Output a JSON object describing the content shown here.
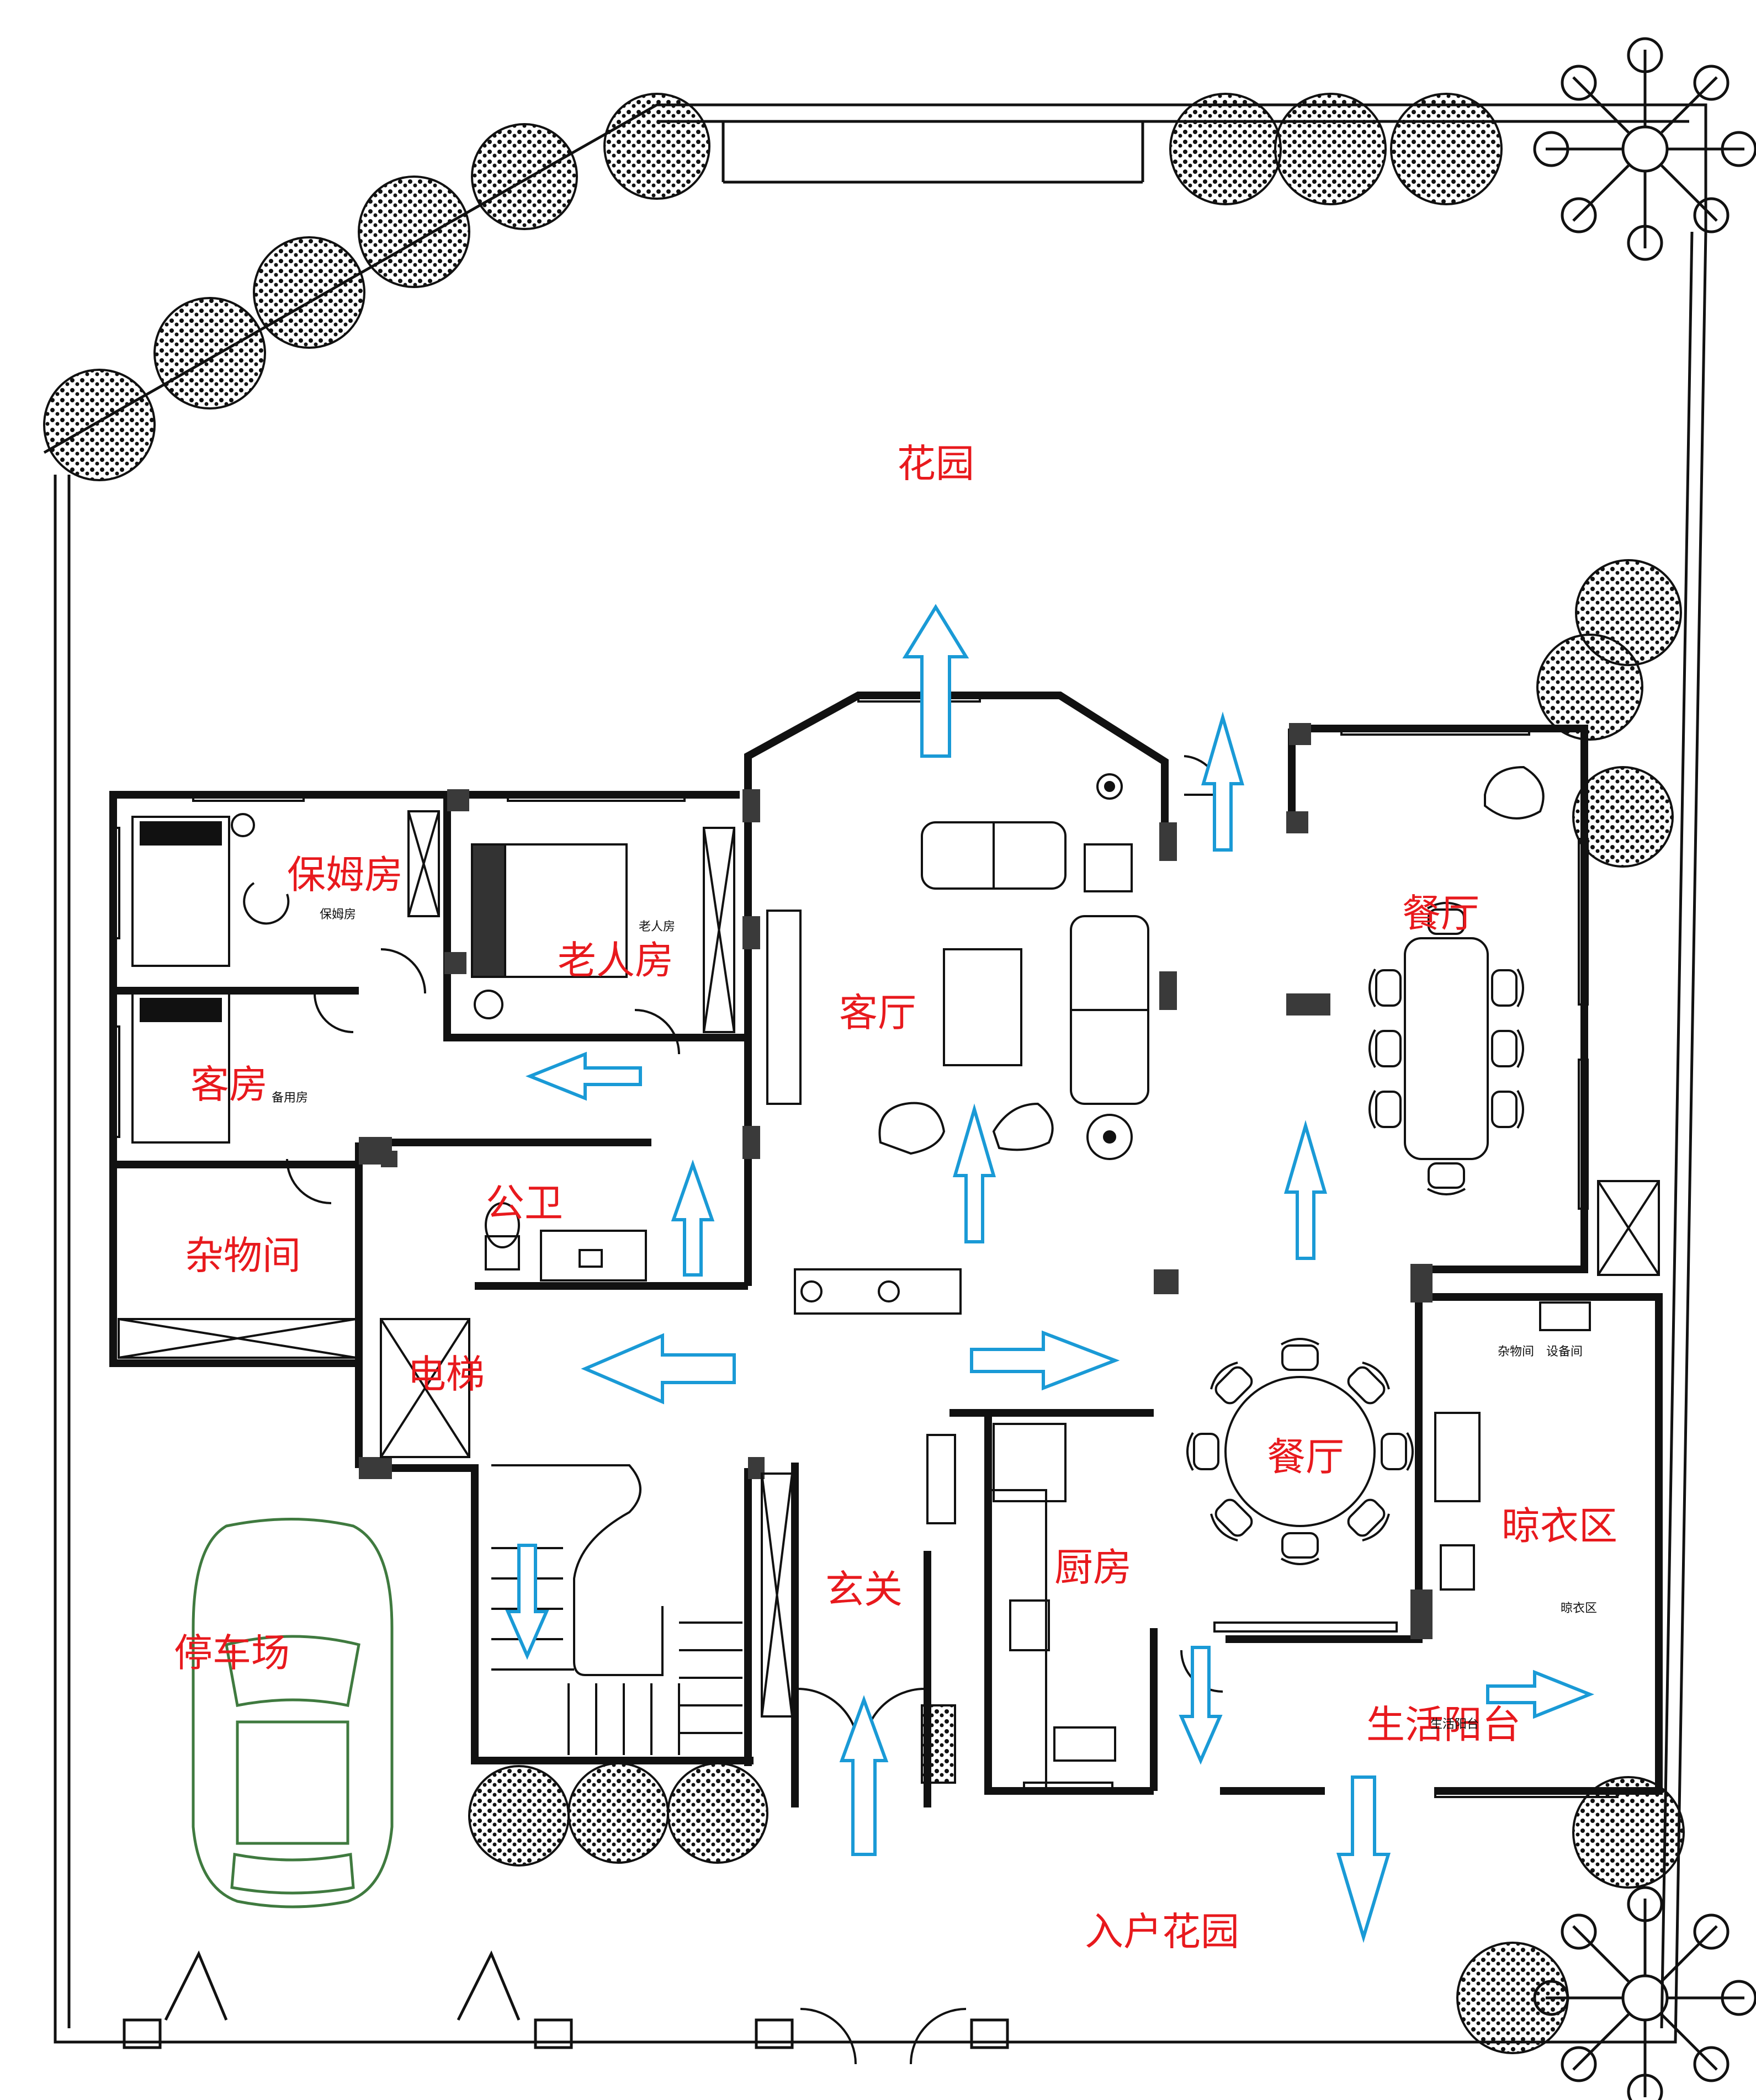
{
  "labels": {
    "garden": "花园",
    "nanny_room": "保姆房",
    "elder_room": "老人房",
    "living_room": "客厅",
    "dining_room_north": "餐厅",
    "guest_room": "客房",
    "public_bath": "公卫",
    "storage_room": "杂物间",
    "elevator": "电梯",
    "dining_room_round": "餐厅",
    "drying_area": "晾衣区",
    "kitchen": "厨房",
    "foyer": "玄关",
    "parking": "停车场",
    "service_balcony": "生活阳台",
    "entry_garden": "入户花园"
  },
  "small_labels": {
    "nanny_room": "保姆房",
    "elder_room": "老人房",
    "guest_room": "备用房",
    "utility_rooms": "杂物间　设备间",
    "drying_area": "晾衣区",
    "service_balcony": "生活阳台"
  },
  "colors": {
    "wall": "#000000",
    "label": "#e8191d",
    "arrow": "#1a9ad6",
    "car": "#3f7a3f",
    "pillar": "#3a3a3a"
  },
  "icons": {
    "tree": "tree-shrub-icon",
    "palm": "palm-tree-icon",
    "arrow": "flow-arrow-icon",
    "car": "car-icon",
    "bed": "bed-icon",
    "lamp": "lamp-icon"
  }
}
